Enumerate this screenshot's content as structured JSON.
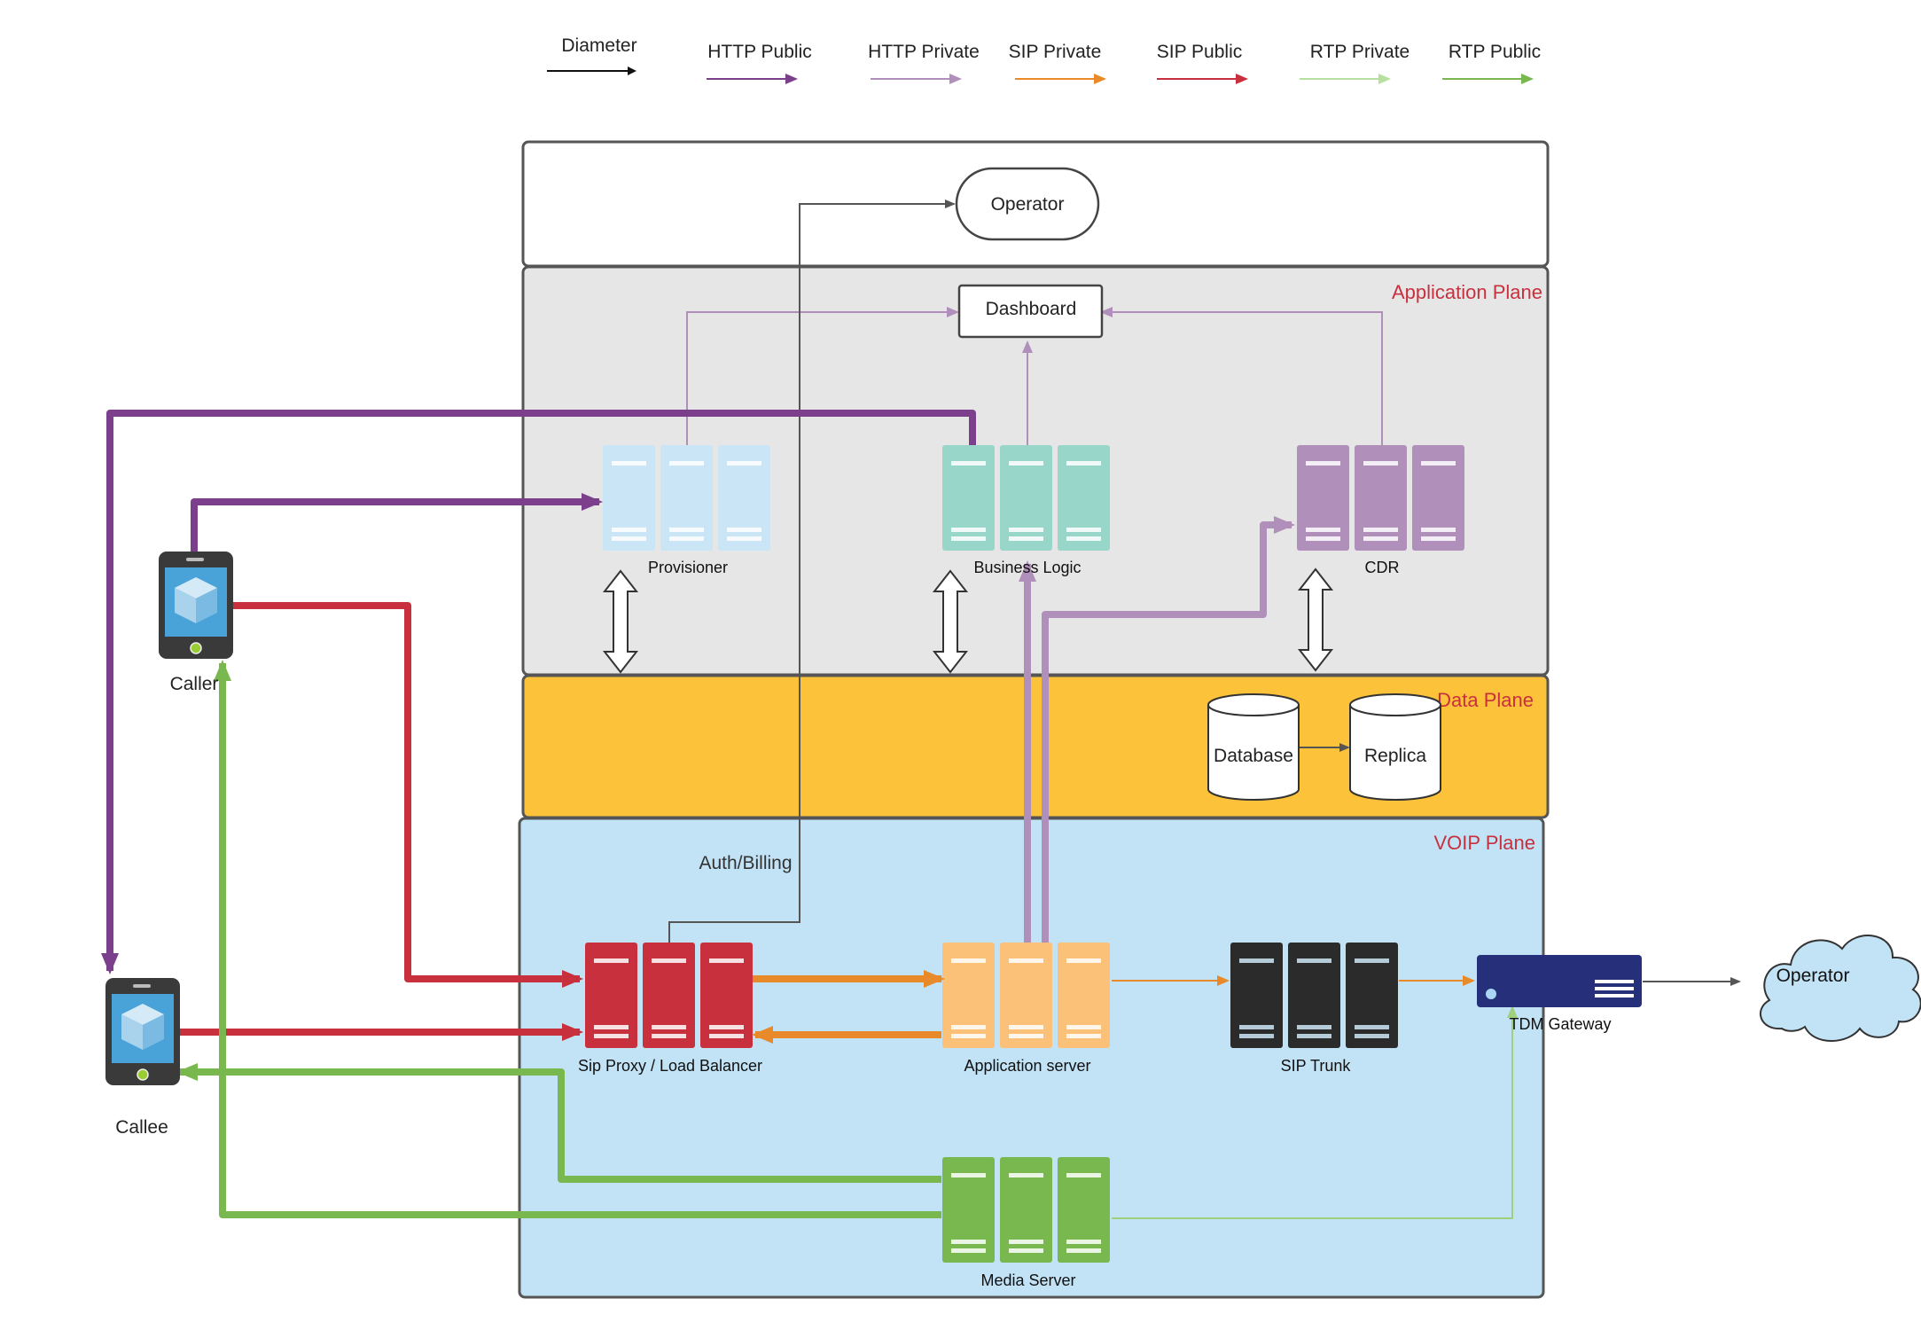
{
  "legend": {
    "diameter": "Diameter",
    "http_public": "HTTP Public",
    "http_private": "HTTP Private",
    "sip_private": "SIP Private",
    "sip_public": "SIP Public",
    "rtp_private": "RTP Private",
    "rtp_public": "RTP Public"
  },
  "colors": {
    "diameter": "#111111",
    "http_public": "#7b3f8c",
    "http_private": "#b18fbb",
    "sip_private": "#e98a2a",
    "sip_public": "#c8303e",
    "rtp_private": "#b7e09e",
    "rtp_public": "#78b84e",
    "application_plane_bg": "#e6e6e6",
    "data_plane_bg": "#fbc23a",
    "voip_plane_bg": "#c2e2f5",
    "plane_label": "#c8303e"
  },
  "planes": {
    "application": "Application Plane",
    "data": "Data Plane",
    "voip": "VOIP Plane"
  },
  "nodes": {
    "operator_top": "Operator",
    "dashboard": "Dashboard",
    "provisioner": "Provisioner",
    "business_logic": "Business Logic",
    "cdr": "CDR",
    "database": "Database",
    "replica": "Replica",
    "auth_billing": "Auth/Billing",
    "sip_proxy": "Sip Proxy / Load Balancer",
    "application_server": "Application server",
    "sip_trunk": "SIP Trunk",
    "tdm_gateway": "TDM Gateway",
    "operator_cloud": "Operator",
    "media_server": "Media Server",
    "caller": "Caller",
    "callee": "Callee"
  },
  "icons": {
    "server": "server-rack-icon",
    "phone": "smartphone-icon",
    "database": "database-cylinder-icon",
    "cloud": "cloud-icon",
    "gateway": "gateway-appliance-icon"
  }
}
